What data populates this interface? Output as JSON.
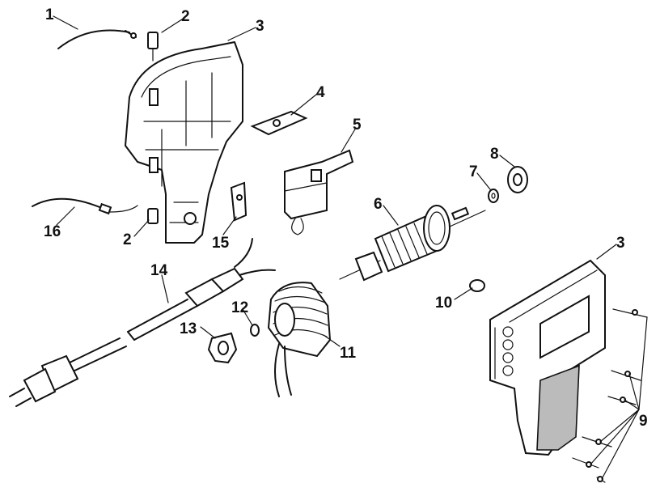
{
  "diagram": {
    "callouts": [
      "1",
      "2",
      "3",
      "4",
      "5",
      "6",
      "7",
      "8",
      "2",
      "16",
      "15",
      "14",
      "12",
      "13",
      "11",
      "10",
      "3",
      "9"
    ]
  }
}
